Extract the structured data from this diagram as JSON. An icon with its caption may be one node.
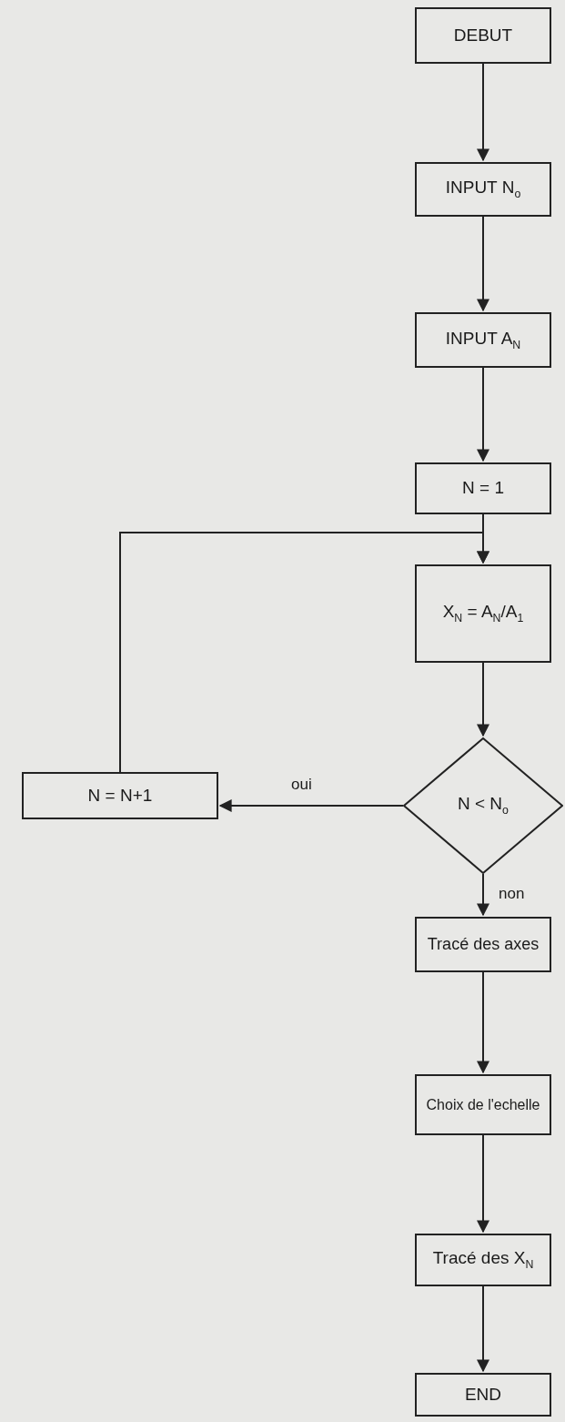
{
  "diagram": {
    "nodes": [
      {
        "text": [
          "DEBUT"
        ]
      },
      {
        "text": [
          "INPUT N$_{o}$"
        ]
      },
      {
        "text": [
          "INPUT A$_{N}$"
        ]
      },
      {
        "text": [
          "N = 1"
        ]
      },
      {
        "text": [
          "X$_{N}$ = A$_{N}$/A$_{1}$"
        ]
      },
      {
        "text": [
          "N < N$_{o}$"
        ]
      },
      {
        "text": [
          "N = N+1"
        ]
      },
      {
        "text": [
          "Tracé des axes"
        ]
      },
      {
        "text": [
          "Choix de l'echelle"
        ]
      },
      {
        "text": [
          "Tracé des X$_{N}$"
        ]
      },
      {
        "text": [
          "END"
        ]
      }
    ],
    "edges": [
      {
        "from": 0,
        "to": 1,
        "arrow": "to"
      },
      {
        "from": 1,
        "to": 2,
        "arrow": "to"
      },
      {
        "from": 2,
        "to": 3,
        "arrow": "to"
      },
      {
        "from": 3,
        "to": 4,
        "arrow": "to"
      },
      {
        "from": 4,
        "to": 5,
        "arrow": "to"
      },
      {
        "from": 5,
        "to": 6,
        "arrow": "to",
        "label": "oui"
      },
      {
        "from": 6,
        "to": 4,
        "arrow": "to"
      },
      {
        "from": 5,
        "to": 7,
        "arrow": "to",
        "label": "non"
      },
      {
        "from": 7,
        "to": 8,
        "arrow": "to"
      },
      {
        "from": 8,
        "to": 9,
        "arrow": "to"
      },
      {
        "from": 9,
        "to": 10,
        "arrow": "to"
      }
    ]
  }
}
